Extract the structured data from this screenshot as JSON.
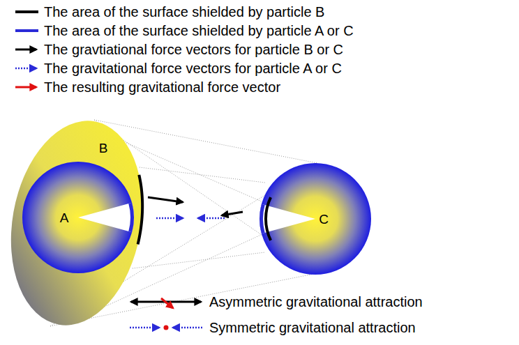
{
  "diagram": {
    "nodes": [
      {
        "text": [
          "B"
        ]
      },
      {
        "text": [
          "A"
        ]
      },
      {
        "text": [
          "C"
        ]
      }
    ],
    "legend": [
      {
        "text": "The area of the surface shielded by particle B"
      },
      {
        "text": "The area of the surface shielded by particle A or C"
      },
      {
        "text": "The gravtiational force vectors for particle B or C"
      },
      {
        "text": "The gravitational force vectors for particle A or C"
      },
      {
        "text": "The resulting gravitational force vector"
      },
      {
        "text": "Asymmetric gravitational attraction"
      },
      {
        "text": "Symmetric gravitational attraction"
      }
    ]
  }
}
